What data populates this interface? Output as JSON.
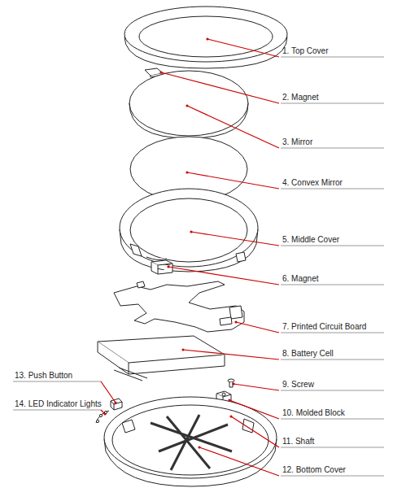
{
  "diagram": {
    "labels": [
      "1. Top Cover",
      "2. Magnet",
      "3. Mirror",
      "4. Convex Mirror",
      "5. Middle Cover",
      "6. Magnet",
      "7. Printed Circuit Board",
      "8. Battery Cell",
      "9. Screw",
      "10. Molded Block",
      "11. Shaft",
      "12. Bottom Cover",
      "13. Push Button",
      "14. LED Indicator Lights"
    ]
  }
}
